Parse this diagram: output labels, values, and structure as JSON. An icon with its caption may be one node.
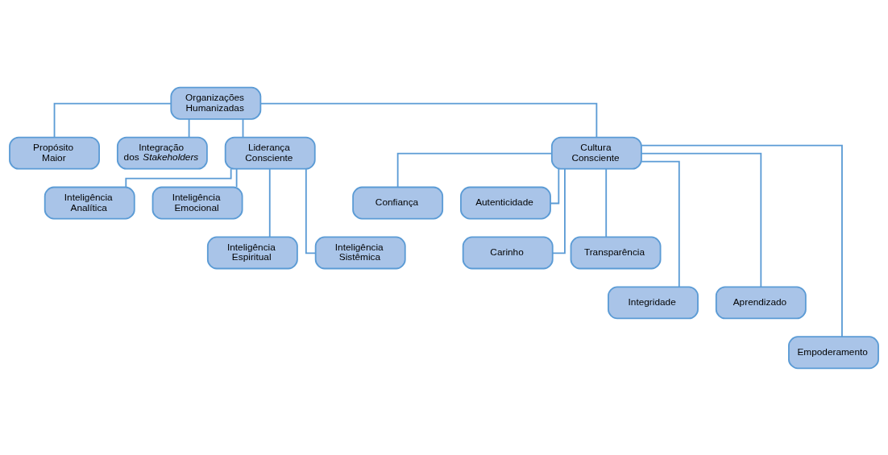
{
  "diagram": {
    "nodes": [
      {
        "text": [
          "Organizações Humanizadas"
        ]
      },
      {
        "text": [
          "Propósito Maior"
        ]
      },
      {
        "text": [
          "Integração dos *Stakeholders*"
        ]
      },
      {
        "text": [
          "Liderança Consciente"
        ]
      },
      {
        "text": [
          "Cultura Consciente"
        ]
      },
      {
        "text": [
          "Inteligência Analítica"
        ]
      },
      {
        "text": [
          "Inteligência Emocional"
        ]
      },
      {
        "text": [
          "Inteligência Espiritual"
        ]
      },
      {
        "text": [
          "Inteligência Sistêmica"
        ]
      },
      {
        "text": [
          "Confiança"
        ]
      },
      {
        "text": [
          "Autenticidade"
        ]
      },
      {
        "text": [
          "Carinho"
        ]
      },
      {
        "text": [
          "Transparência"
        ]
      },
      {
        "text": [
          "Integridade"
        ]
      },
      {
        "text": [
          "Aprendizado"
        ]
      },
      {
        "text": [
          "Empoderamento"
        ]
      }
    ],
    "edges": [
      {
        "from": 0,
        "to": 1,
        "arrow": "none"
      },
      {
        "from": 0,
        "to": 2,
        "arrow": "none"
      },
      {
        "from": 0,
        "to": 3,
        "arrow": "none"
      },
      {
        "from": 0,
        "to": 4,
        "arrow": "none"
      },
      {
        "from": 3,
        "to": 5,
        "arrow": "none"
      },
      {
        "from": 3,
        "to": 6,
        "arrow": "none"
      },
      {
        "from": 3,
        "to": 7,
        "arrow": "none"
      },
      {
        "from": 3,
        "to": 8,
        "arrow": "none"
      },
      {
        "from": 4,
        "to": 9,
        "arrow": "none"
      },
      {
        "from": 4,
        "to": 10,
        "arrow": "none"
      },
      {
        "from": 4,
        "to": 11,
        "arrow": "none"
      },
      {
        "from": 4,
        "to": 12,
        "arrow": "none"
      },
      {
        "from": 4,
        "to": 13,
        "arrow": "none"
      },
      {
        "from": 4,
        "to": 14,
        "arrow": "none"
      },
      {
        "from": 4,
        "to": 15,
        "arrow": "none"
      }
    ]
  }
}
